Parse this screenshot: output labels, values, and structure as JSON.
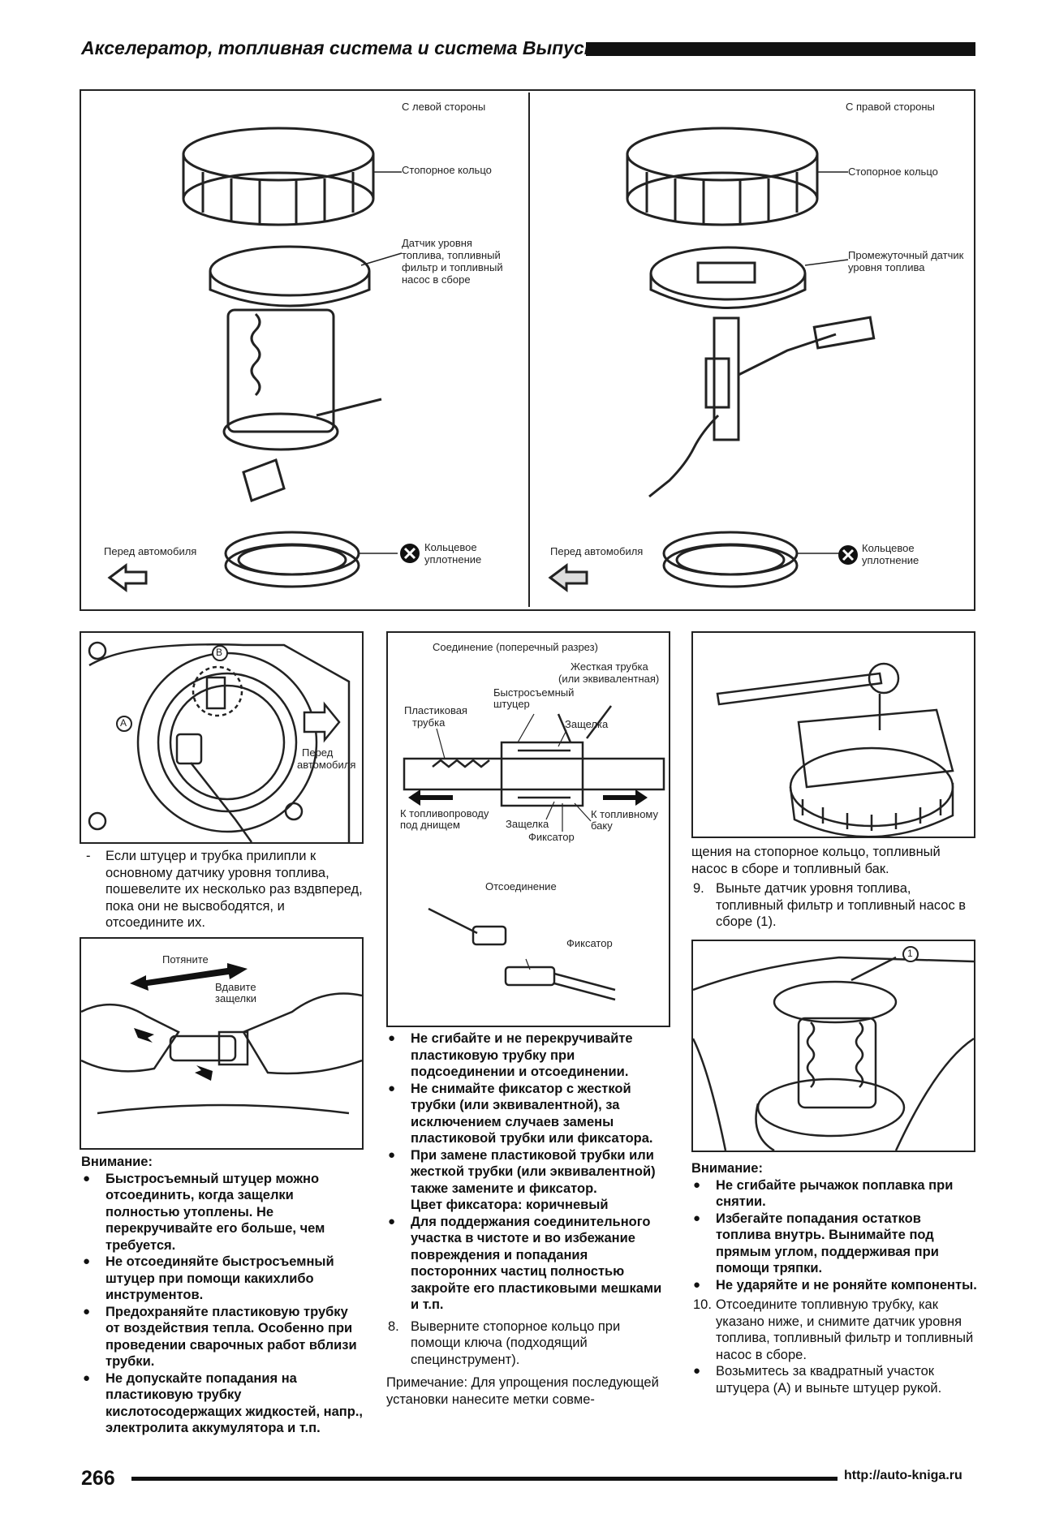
{
  "header": {
    "title": "Акселератор, топливная система и система Выпуска"
  },
  "fig_top": {
    "left_title": "С левой стороны",
    "left_ring": "Стопорное кольцо",
    "left_sensor": [
      "Датчик уровня",
      "топлива, топливный",
      "фильтр и топливный",
      "насос в сборе"
    ],
    "left_front": "Перед автомобиля",
    "left_seal": [
      "Кольцевое",
      "уплотнение"
    ],
    "right_title": "С правой стороны",
    "right_ring": "Стопорное кольцо",
    "right_sensor": [
      "Промежуточный датчик",
      "уровня топлива"
    ],
    "right_front": "Перед автомобиля",
    "right_seal": [
      "Кольцевое",
      "уплотнение"
    ]
  },
  "fig_tank": {
    "mark_a": "A",
    "mark_b": "B",
    "front": [
      "Перед",
      "автомобиля"
    ]
  },
  "fig_hands": {
    "pull": "Потяните",
    "push": [
      "Вдавите",
      "защелки"
    ]
  },
  "fig_conn": {
    "title": "Соединение (поперечный разрез)",
    "rigid": [
      "Жесткая трубка",
      "(или эквивалентная)"
    ],
    "quick": [
      "Быстросъемный",
      "штуцер"
    ],
    "plastic": [
      "Пластиковая",
      "трубка"
    ],
    "latch": "Защелка",
    "to_line": [
      "К топливопроводу",
      "под днищем"
    ],
    "latch2": "Защелка",
    "to_tank": [
      "К топливному",
      "баку"
    ],
    "retainer": "Фиксатор",
    "disc": "Отсоединение",
    "retainer2": "Фиксатор"
  },
  "fig_sensor": {
    "mark": "1"
  },
  "col1": {
    "dash": "Если штуцер и трубка прилипли к основному датчику уровня топлива, пошевелите их несколько раз вздвперед, пока они не высвободятся, и отсоедините их.",
    "attention": "Внимание:",
    "bullets": [
      "Быстросъемный штуцер можно отсоединить, когда защелки полностью утоплены. Не перекручивайте его больше, чем требуется.",
      "Не отсоединяйте быстросъемный штуцер при помощи какихлибо инструментов.",
      "Предохраняйте пластиковую трубку от воздействия тепла. Особенно при проведении сварочных работ вблизи трубки.",
      "Не допускайте попадания на пластиковую трубку кислотосодержащих жидкостей, напр., электролита аккумулятора и т.п."
    ]
  },
  "col2": {
    "bullets_a": [
      "Не сгибайте и не перекручивайте пластиковую трубку при подсоединении и отсоединении.",
      "Не снимайте фиксатор с жесткой трубки (или эквивалентной), за исключением случаев замены пластиковой трубки или фиксатора.",
      "При замене пластиковой трубки или жесткой трубки (или эквивалентной) также замените и фиксатор."
    ],
    "color_line": "Цвет фиксатора: коричневый",
    "bullet_b": "Для поддержания соединительного участка в чистоте и во избежание повреждения и попадания посторонних частиц полностью закройте его пластиковыми мешками и т.п.",
    "step8_num": "8.",
    "step8": "Выверните стопорное кольцо при помощи ключа (подходящий специнструмент).",
    "note": "Примечание: Для упрощения последующей установки нанесите метки совме-"
  },
  "col3": {
    "cont": "щения на стопорное кольцо, топливный насос в сборе и топливный бак.",
    "step9_num": "9.",
    "step9": "Выньте датчик уровня топлива, топливный фильтр и топливный насос в сборе (1).",
    "attention": "Внимание:",
    "bullets": [
      "Не сгибайте рычажок поплавка при снятии.",
      "Избегайте попадания остатков топлива внутрь. Вынимайте под прямым углом, поддерживая при помощи тряпки.",
      "Не ударяйте и не роняйте компоненты."
    ],
    "step10_num": "10.",
    "step10": "Отсоедините топливную трубку, как указано ниже, и снимите датчик уровня топлива, топливный фильтр и топливный насос в сборе.",
    "bullet_last": "Возьмитесь за квадратный участок штуцера (A) и выньте штуцер рукой."
  },
  "footer": {
    "page": "266",
    "url": "http://auto-kniga.ru"
  }
}
